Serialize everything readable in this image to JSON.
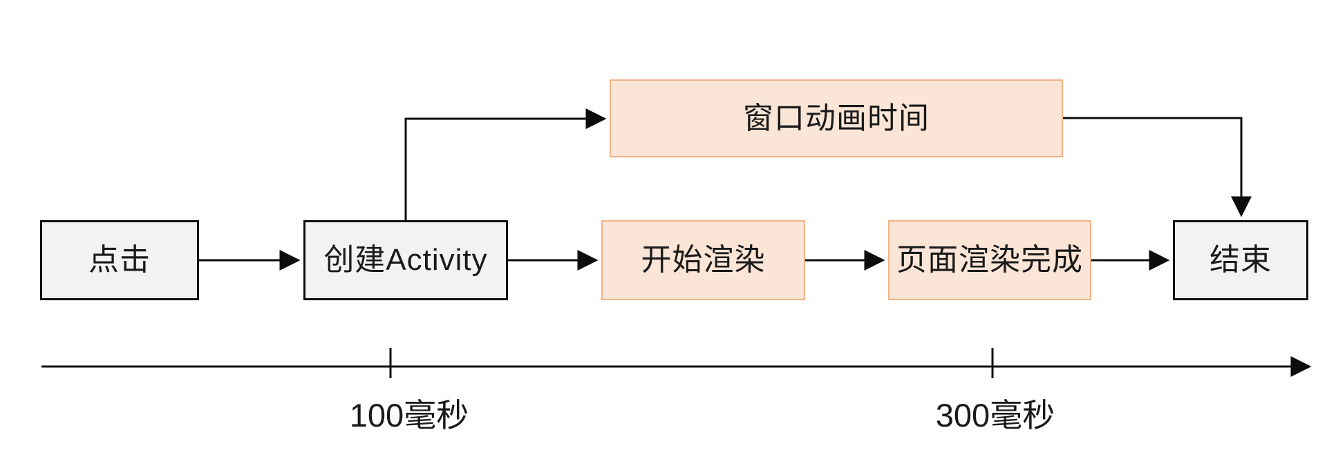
{
  "diagram": {
    "type": "flow-timeline",
    "nodes": {
      "click": {
        "label": "点击",
        "style": "neutral"
      },
      "create_activity": {
        "label": "创建Activity",
        "style": "neutral"
      },
      "window_anim": {
        "label": "窗口动画时间",
        "style": "highlight"
      },
      "start_render": {
        "label": "开始渲染",
        "style": "highlight"
      },
      "render_complete": {
        "label": "页面渲染完成",
        "style": "highlight"
      },
      "end": {
        "label": "结束",
        "style": "neutral"
      }
    },
    "edges": [
      {
        "from": "点击",
        "to": "创建Activity"
      },
      {
        "from": "创建Activity",
        "to": "窗口动画时间"
      },
      {
        "from": "创建Activity",
        "to": "开始渲染"
      },
      {
        "from": "开始渲染",
        "to": "页面渲染完成"
      },
      {
        "from": "页面渲染完成",
        "to": "结束"
      },
      {
        "from": "窗口动画时间",
        "to": "结束"
      }
    ],
    "timeline": {
      "ticks": [
        {
          "label": "100毫秒"
        },
        {
          "label": "300毫秒"
        }
      ]
    },
    "colors": {
      "highlight_fill": "#FBE5D6",
      "highlight_border": "#F2B184",
      "neutral_fill": "#F2F2F2",
      "neutral_border": "#0D0D0D",
      "line": "#0D0D0D",
      "text": "#1A1A1A",
      "background": "#FFFFFF"
    }
  }
}
